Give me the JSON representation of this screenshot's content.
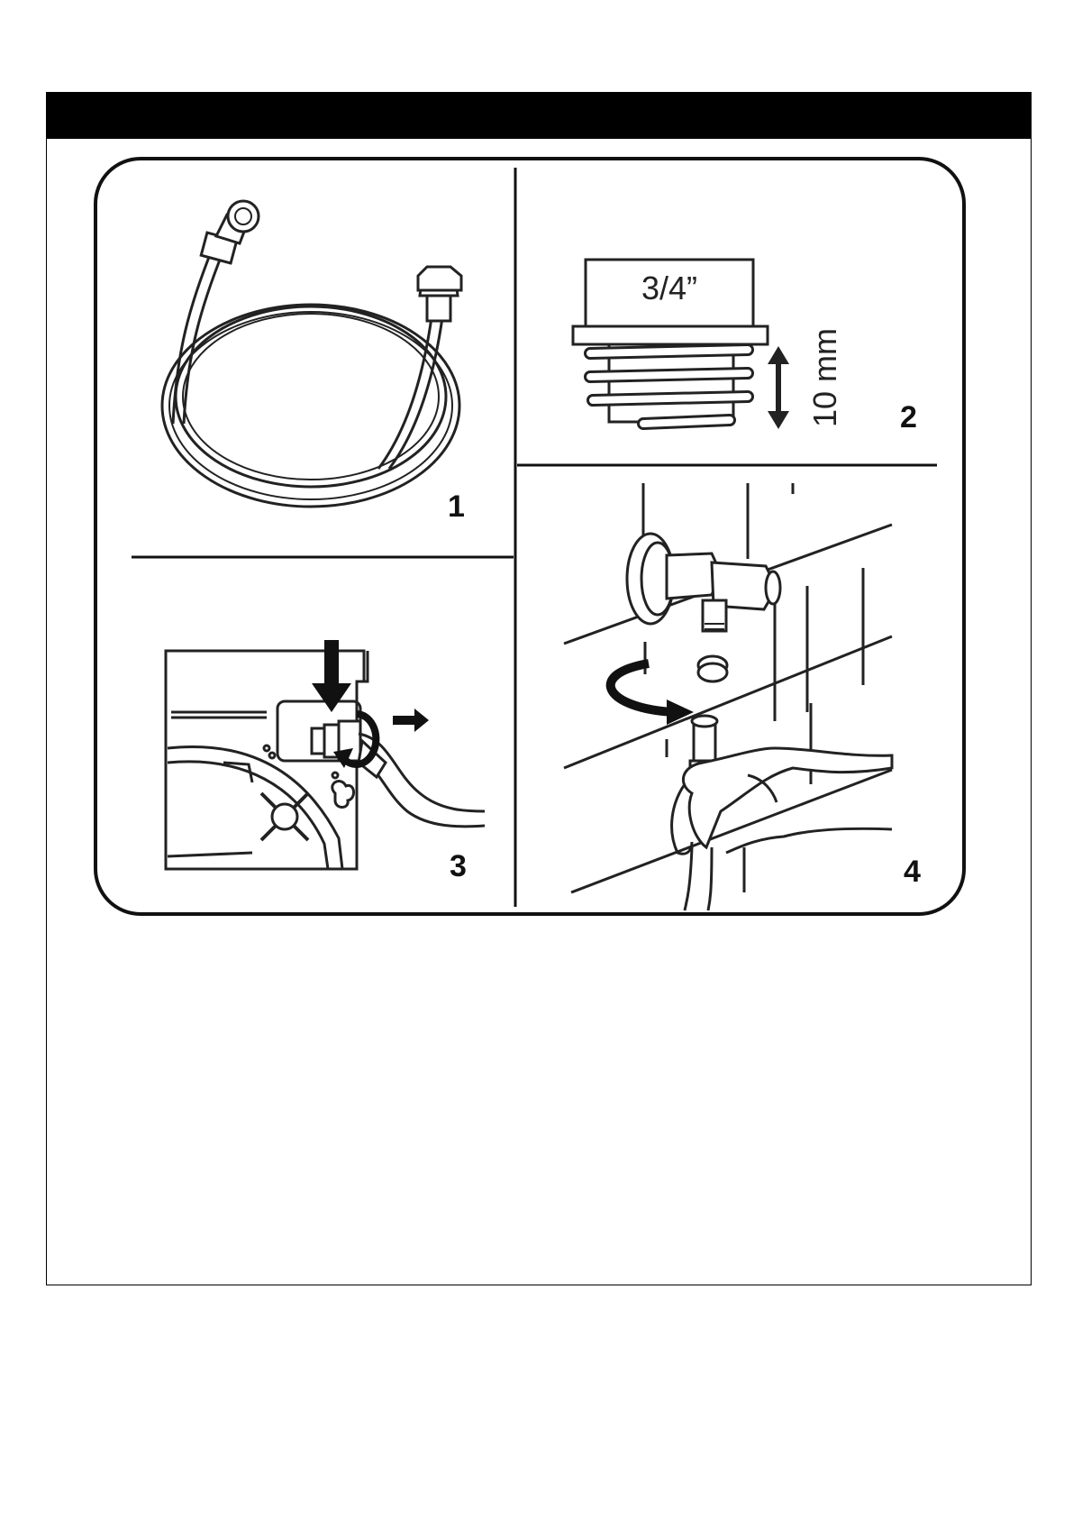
{
  "header": {
    "title": ""
  },
  "panels": [
    {
      "step": "1",
      "subject": "inlet hose"
    },
    {
      "step": "2",
      "subject": "tap thread",
      "thread_label": "3/4”",
      "length_label": "10 mm"
    },
    {
      "step": "3",
      "subject": "hose connection at washing machine back"
    },
    {
      "step": "4",
      "subject": "hose connection to water tap"
    }
  ]
}
